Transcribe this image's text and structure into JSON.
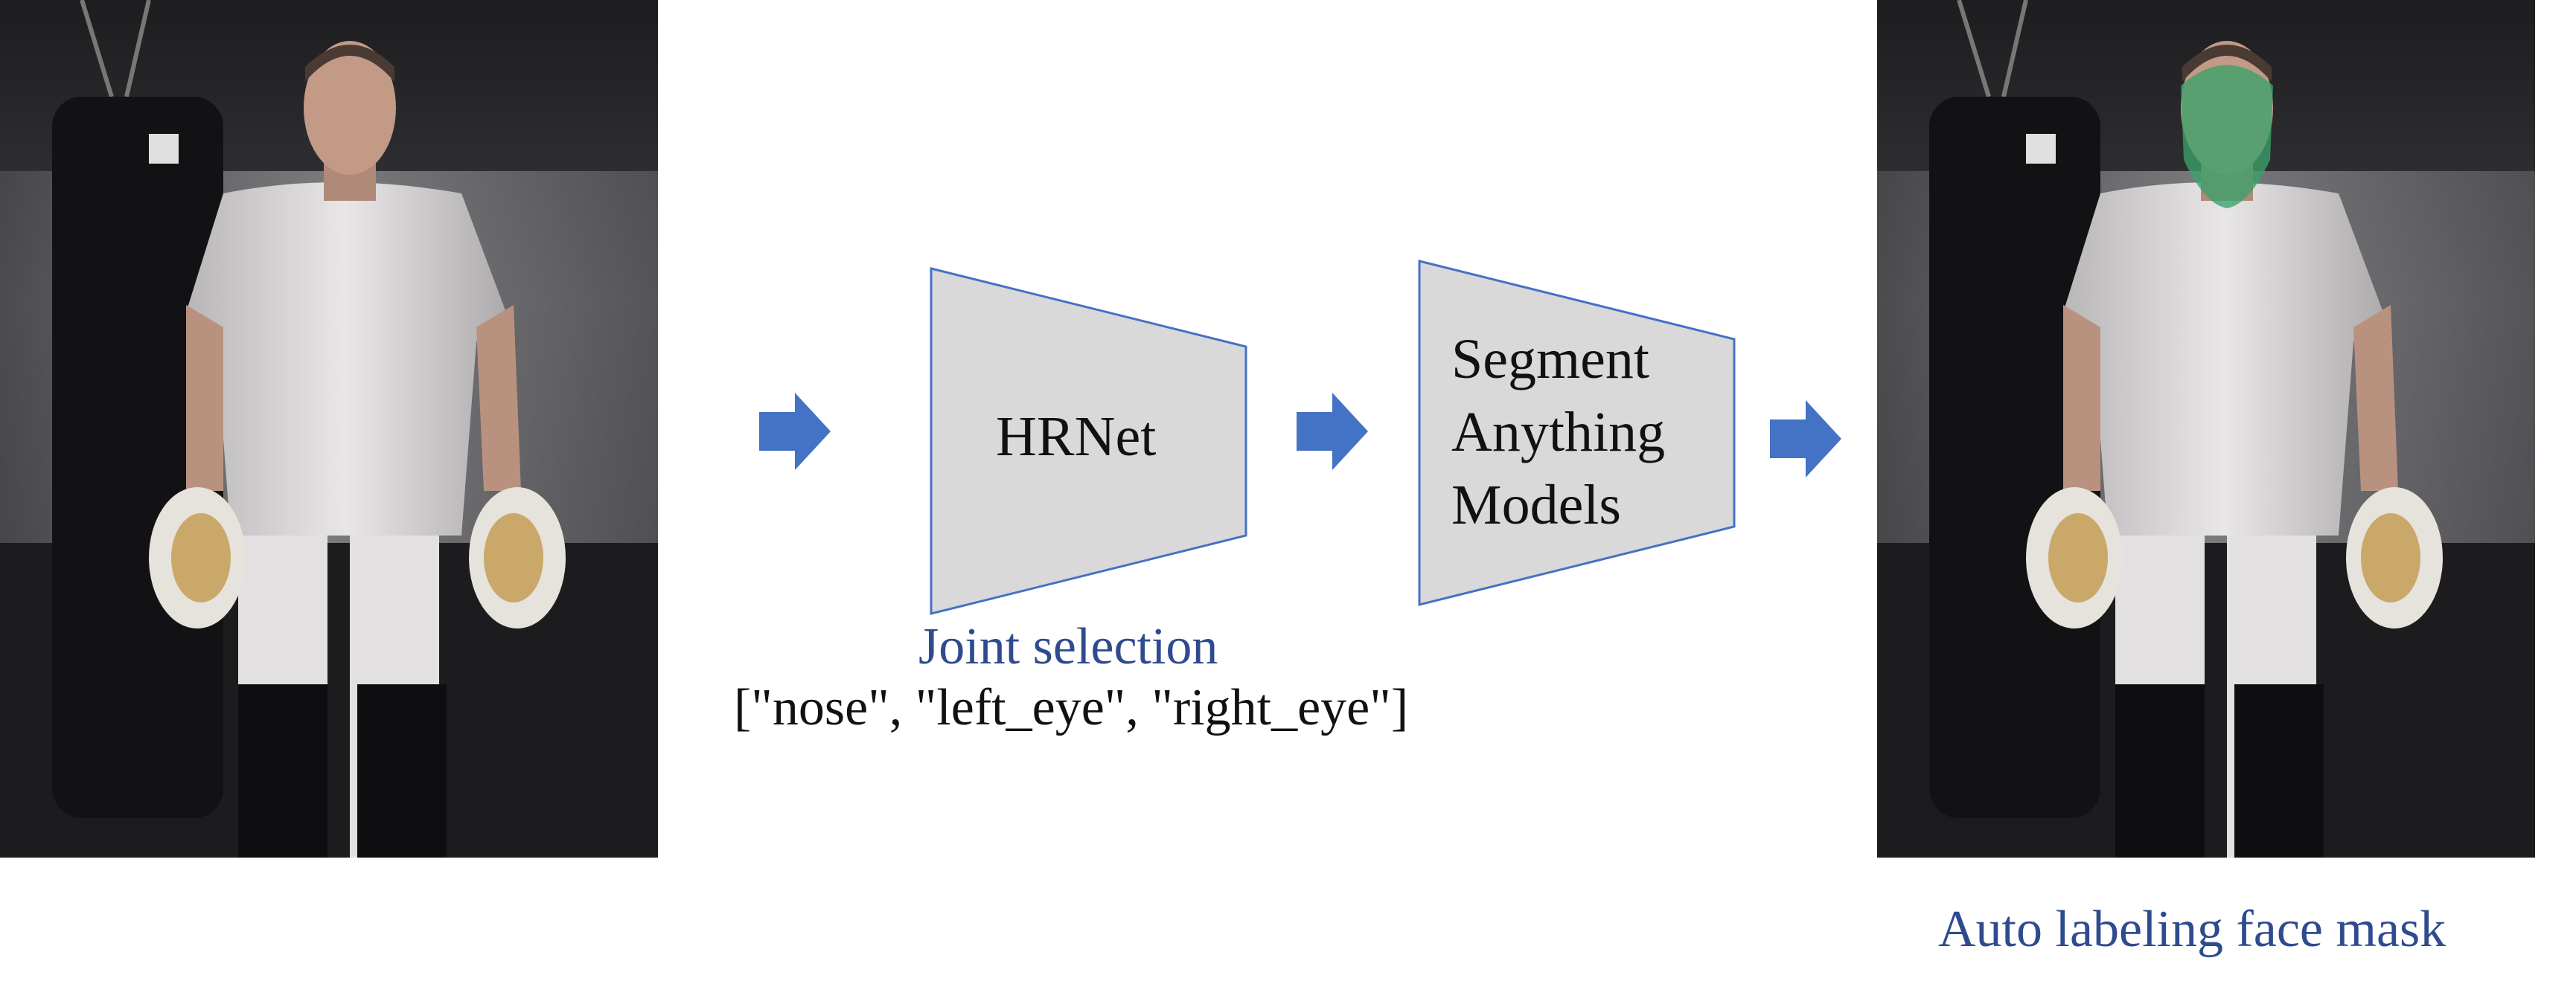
{
  "photos": {
    "input_image_icon": "fighter-photo",
    "output_image_icon": "fighter-photo-face-mask",
    "mask_color": "#3aa26a"
  },
  "pipeline": {
    "arrow_color": "#4472c4",
    "block_fill": "#d9d9d9",
    "block_stroke": "#4472c4",
    "hrnet_label": "HRNet",
    "sam_label_lines": [
      "Segment",
      "Anything",
      "Models"
    ]
  },
  "captions": {
    "joint_selection_title": "Joint selection",
    "joint_selection_list": "[\"nose\", \"left_eye\", \"right_eye\"]",
    "result_caption": "Auto labeling face mask"
  }
}
